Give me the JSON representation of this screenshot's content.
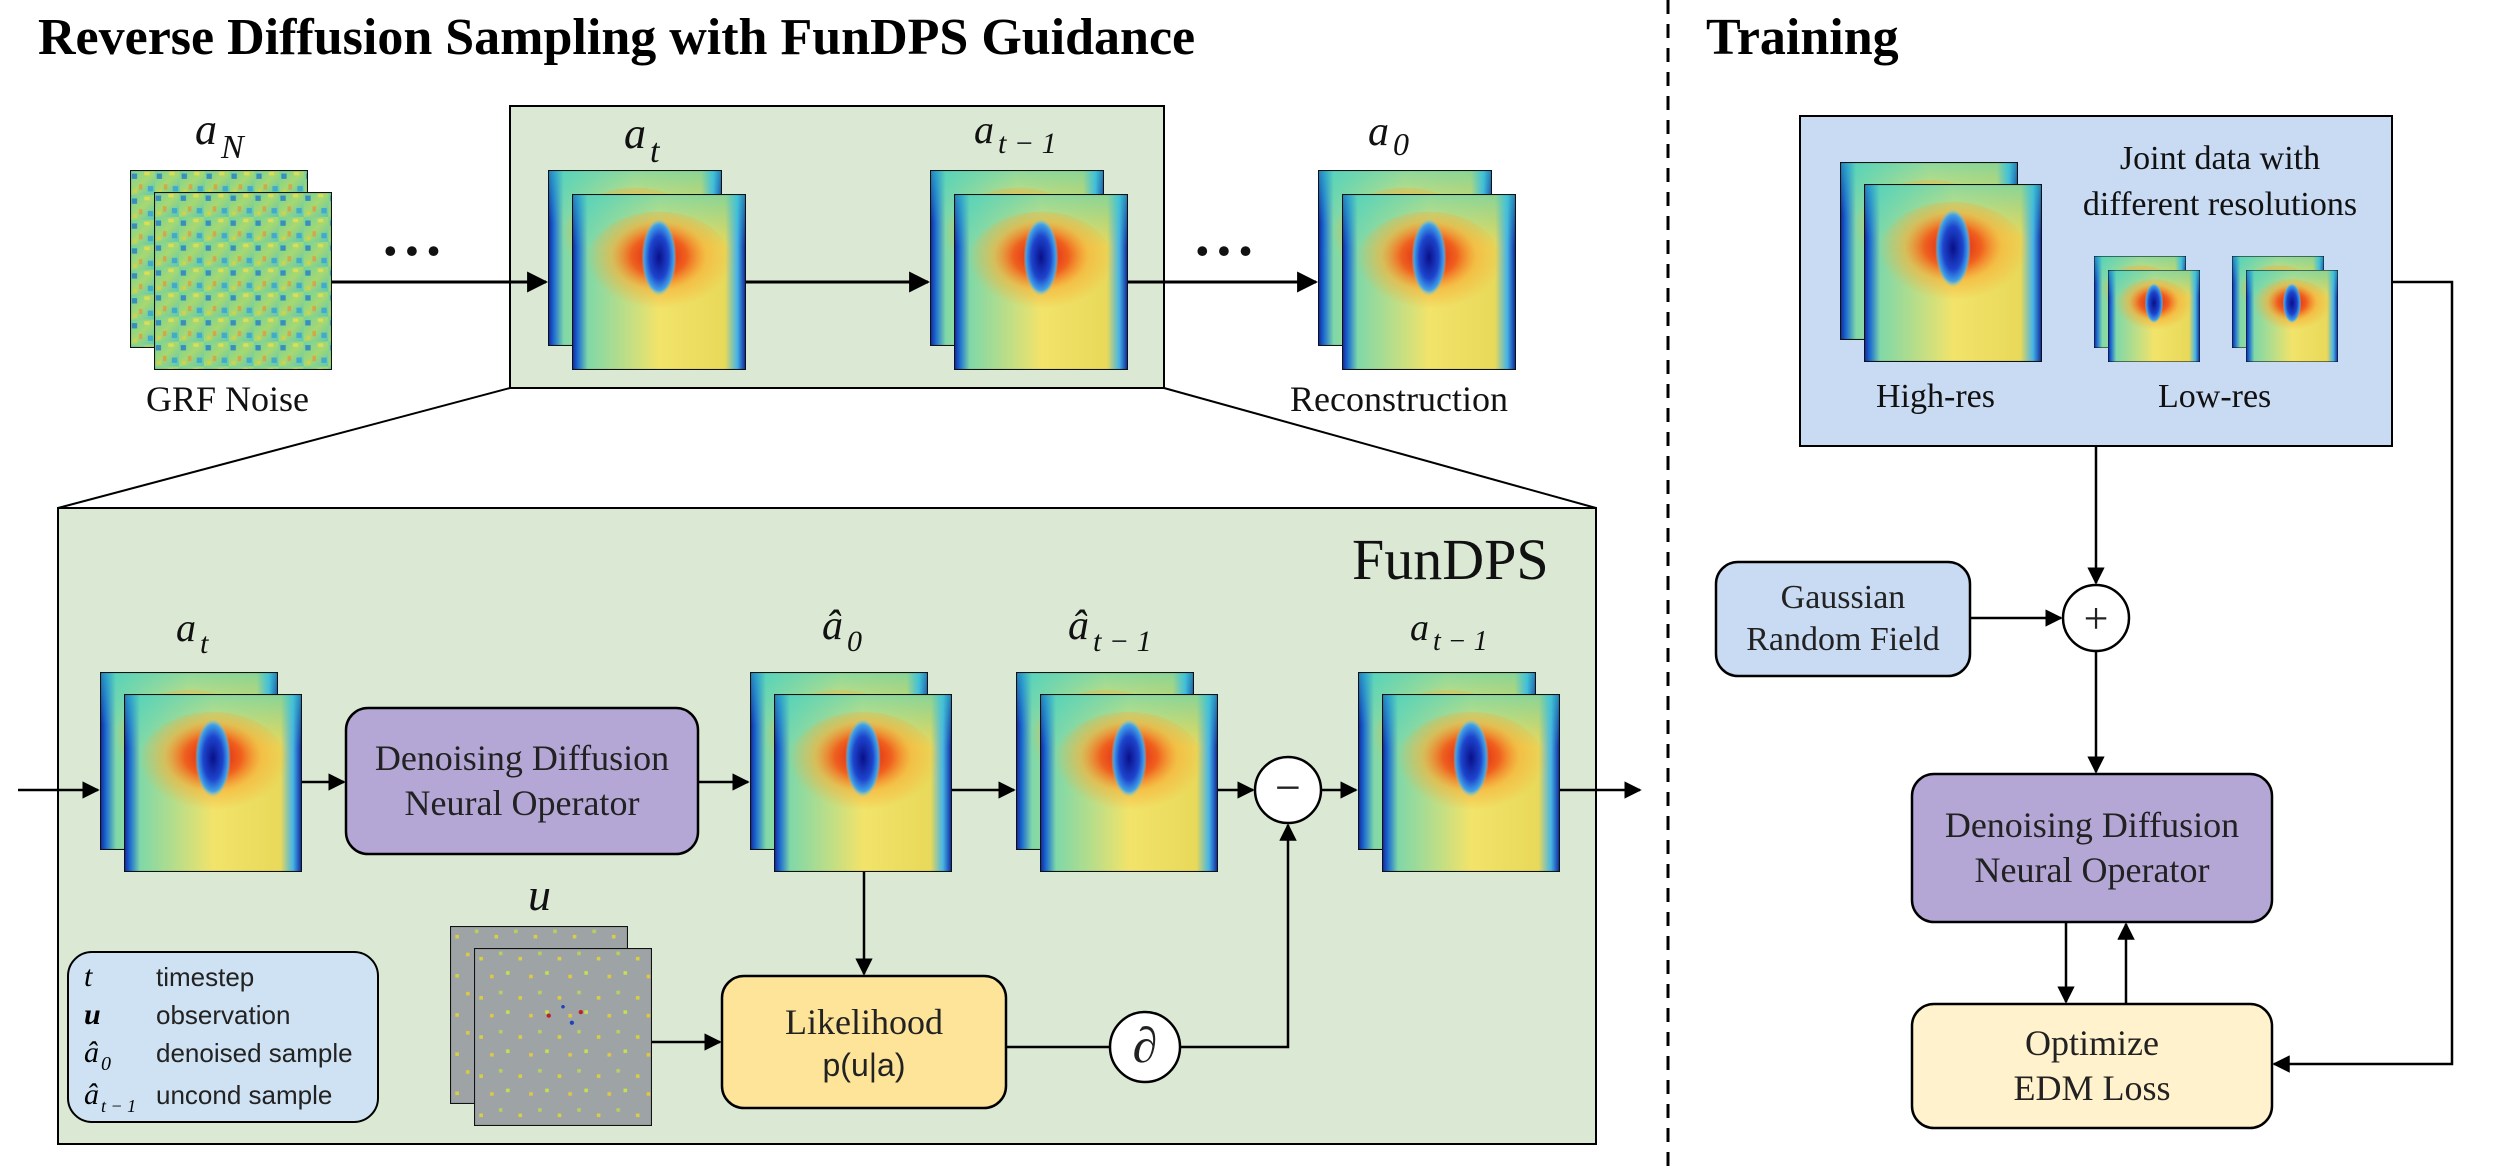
{
  "titles": {
    "left": "Reverse Diffusion Sampling with FunDPS Guidance",
    "right": "Training"
  },
  "top_row": {
    "a_N": "a",
    "a_N_sub": "N",
    "a_t": "a",
    "a_t_sub": "t",
    "a_t1": "a",
    "a_t1_sub": "t − 1",
    "a_0": "a",
    "a_0_sub": "0",
    "grf_noise": "GRF Noise",
    "reconstruction": "Reconstruction",
    "ellipsis": "• • •"
  },
  "fundps": {
    "title": "FunDPS",
    "a_t": "a",
    "a_t_sub": "t",
    "a0_hat": "â",
    "a0_hat_sub": "0",
    "at1_hat": "â",
    "at1_hat_sub": "t − 1",
    "a_t1": "a",
    "a_t1_sub": "t − 1",
    "u": "u",
    "denoiser_line1": "Denoising Diffusion",
    "denoiser_line2": "Neural Operator",
    "likelihood_line1": "Likelihood",
    "likelihood_line2": "p(u|a)",
    "minus_symbol": "−",
    "partial_symbol": "∂"
  },
  "legend": [
    {
      "symbol": "t",
      "sub": "",
      "text": "timestep"
    },
    {
      "symbol": "u",
      "sub": "",
      "text": "observation"
    },
    {
      "symbol": "â",
      "sub": "0",
      "text": "denoised sample"
    },
    {
      "symbol": "â",
      "sub": "t − 1",
      "text": "uncond sample"
    }
  ],
  "training": {
    "joint_line1": "Joint data with",
    "joint_line2": "different resolutions",
    "high_res": "High-res",
    "low_res": "Low-res",
    "grf_line1": "Gaussian",
    "grf_line2": "Random Field",
    "plus_symbol": "+",
    "denoiser_line1": "Denoising Diffusion",
    "denoiser_line2": "Neural Operator",
    "optimize_line1": "Optimize",
    "optimize_line2": "EDM Loss"
  },
  "colors": {
    "green_panel": "#dbe9d4",
    "blue_panel": "#c9daf3",
    "purple_box": "#b4a7d6",
    "yellow_box": "#fee499",
    "light_yellow_box": "#fff2cc",
    "legend_box": "#cfe2f3"
  }
}
